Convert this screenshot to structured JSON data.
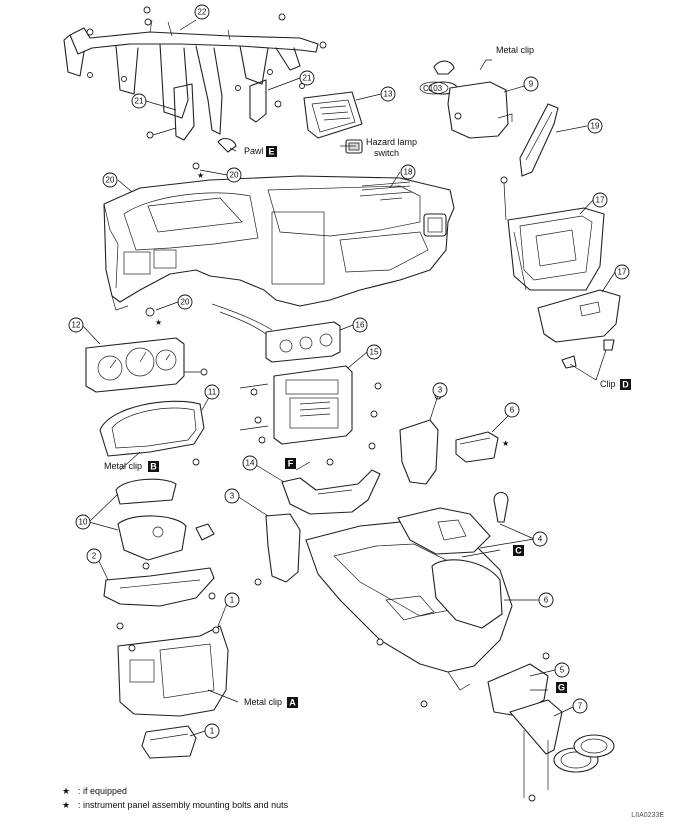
{
  "callouts": [
    "22",
    "21",
    "21",
    "13",
    "9",
    "19",
    "20",
    "20",
    "18",
    "17",
    "17",
    "20",
    "12",
    "16",
    "15",
    "11",
    "3",
    "6",
    "14",
    "3",
    "4",
    "10",
    "2",
    "1",
    "6",
    "5",
    "7",
    "1"
  ],
  "labels": {
    "metal_clip_top": "Metal clip",
    "c103": "C103",
    "hazard_lamp_switch_line1": "Hazard lamp",
    "hazard_lamp_switch_line2": "switch",
    "pawl": "Pawl",
    "clip": "Clip",
    "metal_clip_b": "Metal clip",
    "metal_clip_a": "Metal clip"
  },
  "boxes": {
    "pawl_box": "E",
    "clip_box": "D",
    "metal_clip_b_box": "B",
    "f_box": "F",
    "c_box": "C",
    "g_box": "G",
    "metal_clip_a_box": "A"
  },
  "legend": [
    {
      "symbol": "★",
      "text": ": if equipped"
    },
    {
      "symbol": "★",
      "text": ": instrument panel assembly mounting bolts and nuts"
    }
  ],
  "reference_code": "LIIA0233E"
}
